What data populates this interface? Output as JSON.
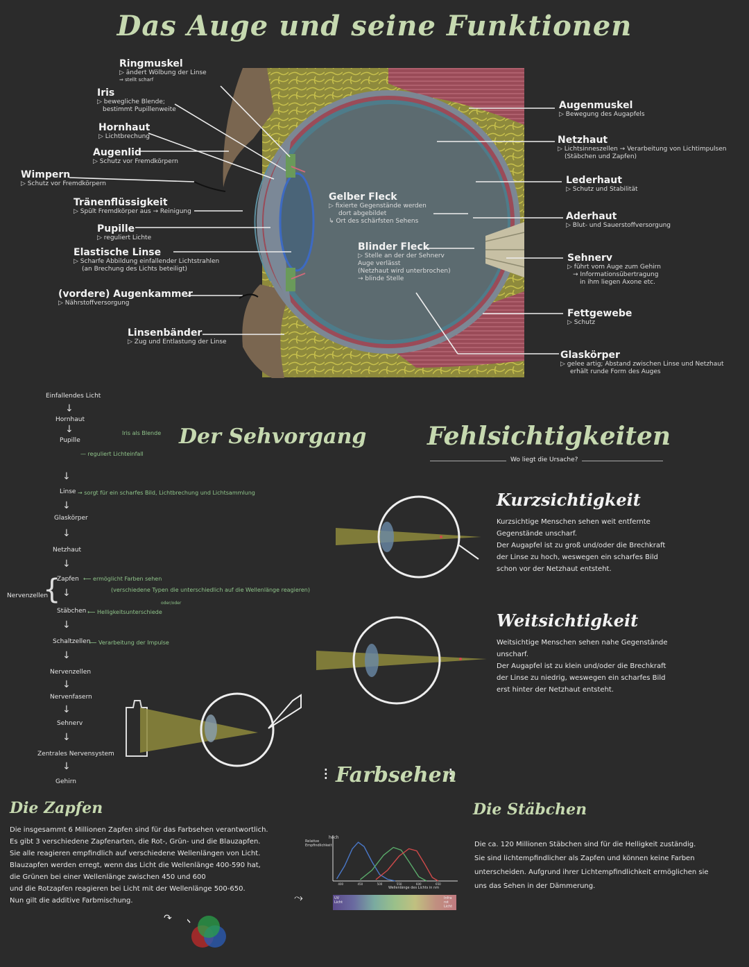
{
  "title": "Das Auge und seine Funktionen",
  "eye_labels_left": [
    {
      "label": "Ringmuskel",
      "notes": [
        "▷ ändert Wölbung der Linse",
        "⇒ stellt scharf"
      ]
    },
    {
      "label": "Iris",
      "notes": [
        "▷ bewegliche Blende;",
        "bestimmt Pupillenweite"
      ]
    },
    {
      "label": "Hornhaut",
      "notes": [
        "▷ Lichtbrechung"
      ]
    },
    {
      "label": "Augenlid",
      "notes": [
        "▷ Schutz vor Fremdkörpern"
      ]
    },
    {
      "label": "Wimpern",
      "notes": [
        "▷ Schutz vor Fremdkörpern"
      ]
    },
    {
      "label": "Tränenflüssigkeit",
      "notes": [
        "▷ Spült Fremdkörper aus → Reinigung"
      ]
    },
    {
      "label": "Pupille",
      "notes": [
        "▷ reguliert Lichte"
      ]
    },
    {
      "label": "Elastische Linse",
      "notes": [
        "▷ Scharfe Abbildung einfallender Lichtstrahlen",
        "(an Brechung des Lichts beteiligt)"
      ]
    },
    {
      "label": "(vordere) Augenkammer",
      "notes": [
        "▷ Nährstoffversorgung"
      ]
    },
    {
      "label": "Linsenbänder",
      "notes": [
        "▷ Zug und Entlastung der Linse"
      ]
    }
  ],
  "eye_labels_center": [
    {
      "label": "Gelber Fleck",
      "notes": [
        "▷ fixierte Gegenstände werden",
        "dort abgebildet",
        "↳ Ort des schärfsten Sehens"
      ]
    },
    {
      "label": "Blinder Fleck",
      "notes": [
        "▷ Stelle an der der Sehnerv",
        "Auge verlässt",
        "(Netzhaut wird unterbrochen)",
        "→ blinde Stelle"
      ]
    }
  ],
  "eye_labels_right": [
    {
      "label": "Augenmuskel",
      "notes": [
        "▷ Bewegung des Augapfels"
      ]
    },
    {
      "label": "Netzhaut",
      "notes": [
        "▷ Lichtsinneszellen → Verarbeitung von Lichtimpulsen",
        "(Stäbchen und Zapfen)"
      ]
    },
    {
      "label": "Lederhaut",
      "notes": [
        "▷ Schutz und Stabilität"
      ]
    },
    {
      "label": "Aderhaut",
      "notes": [
        "▷ Blut- und Sauerstoffversorgung"
      ]
    },
    {
      "label": "Sehnerv",
      "notes": [
        "▷ führt vom Auge zum Gehirn",
        "→ Informationsübertragung",
        "in ihm liegen Axone etc."
      ]
    },
    {
      "label": "Fettgewebe",
      "notes": [
        "▷ Schutz"
      ]
    },
    {
      "label": "Glaskörper",
      "notes": [
        "▷ gelee artig; Abstand zwischen Linse und Netzhaut",
        "erhält runde Form des Auges"
      ]
    }
  ],
  "sehvorgang": {
    "title": "Der Sehvorgang",
    "steps": [
      "Einfallendes Licht",
      "Hornhaut",
      "Pupille",
      "Linse",
      "Glaskörper",
      "Netzhaut",
      "Zapfen",
      "Stäbchen",
      "Schaltzellen",
      "Nervenzellen",
      "Nervenfasern",
      "Sehnerv",
      "Zentrales Nervensystem",
      "Gehirn"
    ],
    "notes": {
      "iris": "Iris als Blende",
      "pupille": "reguliert Lichteinfall",
      "linse": "sorgt für ein scharfes Bild, Lichtbrechung und Lichtsammlung",
      "zapfen": "ermöglicht Farben sehen",
      "zapfen_detail": "(verschiedene Typen die unterschiedlich auf die Wellenlänge reagieren)",
      "oder": "oder/oder",
      "staebchen": "Helligkeitsunterschiede",
      "schaltzellen": "Verarbeitung der Impulse"
    },
    "side_label": "Nervenzellen"
  },
  "fehlsichtigkeiten": {
    "title": "Fehlsichtigkeiten",
    "subtitle": "Wo liegt die Ursache?",
    "kurz_title": "Kurzsichtigkeit",
    "kurz_text": [
      "Kurzsichtige Menschen sehen weit entfernte",
      "Gegenstände unscharf.",
      "Der Augapfel ist zu groß und/oder die Brechkraft",
      "der Linse zu hoch, weswegen ein scharfes Bild",
      "schon vor der Netzhaut entsteht."
    ],
    "weit_title": "Weitsichtigkeit",
    "weit_text": [
      "Weitsichtige Menschen sehen nahe Gegenstände",
      "unscharf.",
      "Der Augapfel ist zu klein und/oder die Brechkraft",
      "der Linse zu niedrig, weswegen ein scharfes Bild",
      "erst hinter der Netzhaut entsteht."
    ]
  },
  "farbsehen": {
    "title": "Farbsehen",
    "zapfen_title": "Die Zapfen",
    "zapfen_text": [
      "Die insgesammt 6 Millionen Zapfen sind für das Farbsehen verantwortlich.",
      "Es gibt 3 verschiedene Zapfenarten, die Rot-, Grün- und die Blauzapfen.",
      "Sie alle reagieren empfindlich auf verschiedene Wellenlängen von Licht.",
      "Blauzapfen werden erregt, wenn das Licht die Wellenlänge 400-590 hat,",
      "die Grünen bei einer Wellenlänge zwischen 450 und 600",
      "und die Rotzapfen reagieren bei Licht mit der Wellenlänge 500-650.",
      "Nun gilt die additive Farbmischung."
    ],
    "staebchen_title": "Die Stäbchen",
    "staebchen_text": [
      "Die ca. 120 Millionen Stäbchen sind für die Helligkeit zuständig.",
      "Sie sind lichtempfindlicher als Zapfen und können keine Farben",
      "unterscheiden. Aufgrund ihrer Lichtempfindlichkeit ermöglichen sie",
      "uns das Sehen in der Dämmerung."
    ]
  },
  "chart_data": {
    "type": "line",
    "title": "",
    "xlabel": "Wellenlänge des Lichts in nm",
    "ylabel": "Relative Empfindlichkeit",
    "ylabel_top": "hoch",
    "x_ticks": [
      "400",
      "450",
      "500",
      "550",
      "600",
      "650"
    ],
    "xlim": [
      380,
      700
    ],
    "ylim": [
      0,
      1
    ],
    "series": [
      {
        "name": "",
        "color": "#4a78c8",
        "x": [
          390,
          410,
          430,
          445,
          460,
          480,
          500,
          520,
          540
        ],
        "y": [
          0.05,
          0.35,
          0.75,
          0.9,
          0.8,
          0.45,
          0.15,
          0.04,
          0.0
        ]
      },
      {
        "name": "",
        "color": "#5aaa6a",
        "x": [
          450,
          480,
          510,
          535,
          555,
          575,
          600,
          620
        ],
        "y": [
          0.03,
          0.25,
          0.6,
          0.78,
          0.72,
          0.45,
          0.1,
          0.0
        ]
      },
      {
        "name": "",
        "color": "#d04a4a",
        "x": [
          490,
          520,
          550,
          575,
          595,
          615,
          635,
          650
        ],
        "y": [
          0.03,
          0.25,
          0.58,
          0.75,
          0.7,
          0.4,
          0.08,
          0.0
        ]
      }
    ],
    "spectrum_left": "UV Licht",
    "spectrum_right": "Infra rot Licht"
  },
  "colors": {
    "title_green": "#c6d9b0",
    "background": "#2b2b2b",
    "note_green": "#8fc48a"
  }
}
